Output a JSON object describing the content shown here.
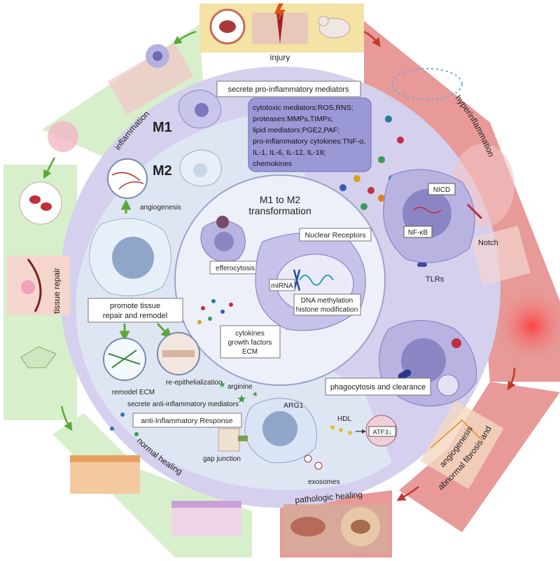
{
  "outer_ring": {
    "injury": "injury",
    "inflammation": "inflammation",
    "hyperinflammation": "hyperinflammation",
    "tissue_repair": "tissue repair",
    "fibrosis_line1": "abnormal fibrosis and",
    "fibrosis_line2": "angiogenesis",
    "normal_healing": "normal healing",
    "pathologic_healing": "pathologic healing"
  },
  "m1": {
    "label": "M1",
    "secrete_box": "secrete pro-inflammatory mediators",
    "mediators": [
      "cytotoxic mediators:ROS,RNS;",
      "proteases:MMPs,TIMPs;",
      "lipid mediators:PGE2,PAF;",
      "pro-inflammatory cytokines:TNF-α,",
      "IL-1, IL-6, IL-12, IL-18;",
      "chemokines"
    ],
    "nicd": "NICD",
    "nfkb": "NF-κB",
    "notch": "Notch",
    "tlrs": "TLRs",
    "phagocytosis": "phagocytosis and clearance"
  },
  "m2": {
    "label": "M2",
    "angiogenesis": "angiogenesis",
    "promote_line1": "promote tissue",
    "promote_line2": "repair and remodel",
    "remodel_ecm": "remodel ECM",
    "reepithelialization": "re-epithelialization",
    "arginine": "arginine",
    "secrete_anti": "secrete anti-inflammatory mediators",
    "anti_response": "anti-Inflammatory Response",
    "arg1": "ARG1",
    "hdl": "HDL",
    "atf3": "ATF3↓",
    "gap_junction": "gap junction",
    "exosomes": "exosomes"
  },
  "center": {
    "title_line1": "M1 to M2",
    "title_line2": "transformation",
    "nuclear_receptors": "Nuclear Receptors",
    "efferocytosis": "efferocytosis",
    "mirna": "miRNA",
    "dna_line1": "DNA methylation",
    "dna_line2": "histone modification",
    "cyto_line1": "cytokines",
    "cyto_line2": "growth factors",
    "cyto_line3": "ECM"
  },
  "colors": {
    "green_segment": "#d8efcb",
    "red_segment": "#e79a98",
    "yellow_segment": "#f4e3a4",
    "m1_zone": "#d4d0ee",
    "m2_zone": "#dfe6f3",
    "center_zone": "#edf0f8",
    "cell": "#b8b3e0",
    "nucleus": "#8a86c4",
    "green_arrow": "#5aa83a",
    "red_arrow": "#c0392b"
  }
}
